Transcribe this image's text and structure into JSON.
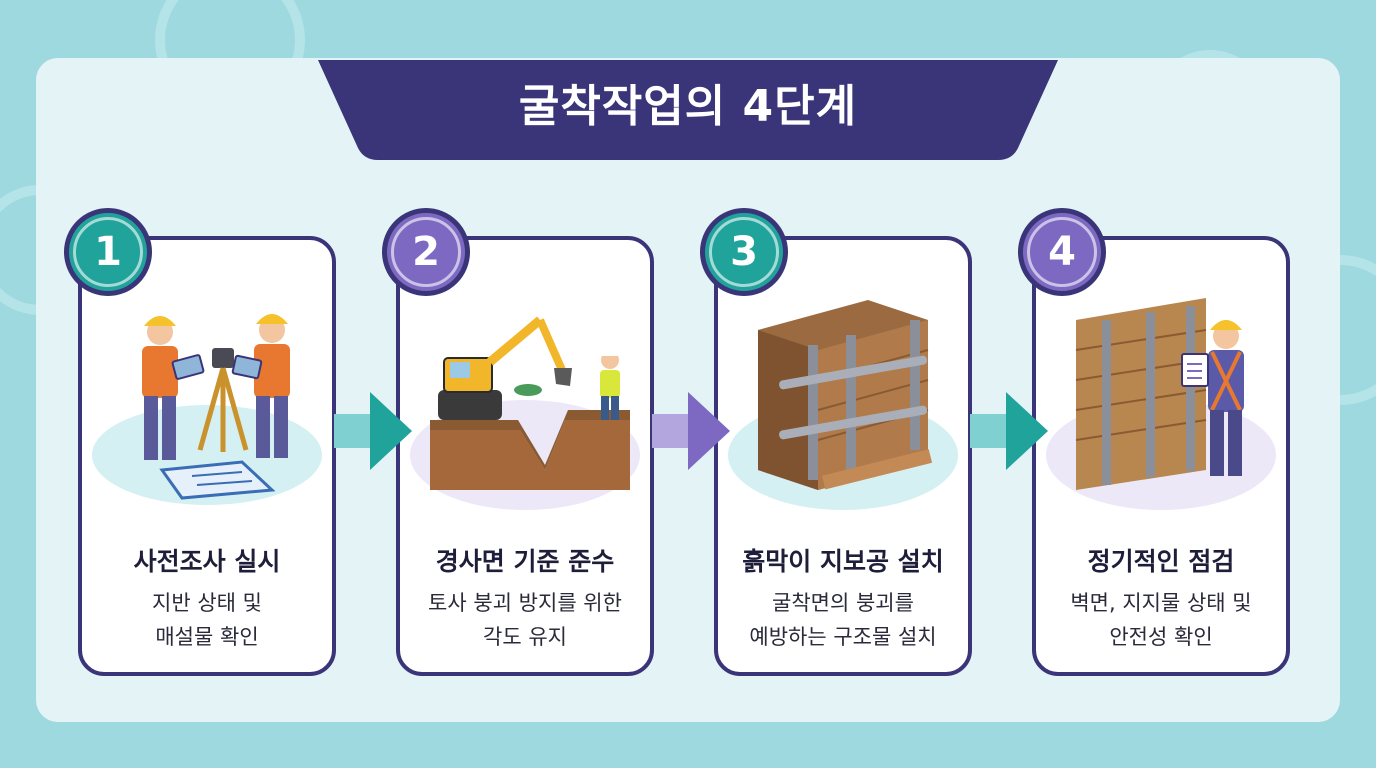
{
  "title": "굴착작업의 4단계",
  "colors": {
    "navy": "#3a3478",
    "teal": "#1fa39b",
    "purple": "#7d69c2",
    "background": "#9fd9e0",
    "panel": "#e3f3f6"
  },
  "steps": [
    {
      "number": "1",
      "title": "사전조사 실시",
      "desc_line1": "지반 상태 및",
      "desc_line2": "매설물 확인",
      "accent": "teal",
      "illustration": "surveyors-with-total-station-and-blueprint"
    },
    {
      "number": "2",
      "title": "경사면 기준 준수",
      "desc_line1": "토사 붕괴 방지를 위한",
      "desc_line2": "각도 유지",
      "accent": "purple",
      "illustration": "excavator-digging-sloped-trench"
    },
    {
      "number": "3",
      "title": "흙막이 지보공 설치",
      "desc_line1": "굴착면의 붕괴를",
      "desc_line2": "예방하는 구조물 설치",
      "accent": "teal",
      "illustration": "timber-shoring-with-steel-struts"
    },
    {
      "number": "4",
      "title": "정기적인 점검",
      "desc_line1": "벽면, 지지물 상태 및",
      "desc_line2": "안전성 확인",
      "accent": "purple",
      "illustration": "inspector-with-clipboard-at-shored-wall"
    }
  ]
}
